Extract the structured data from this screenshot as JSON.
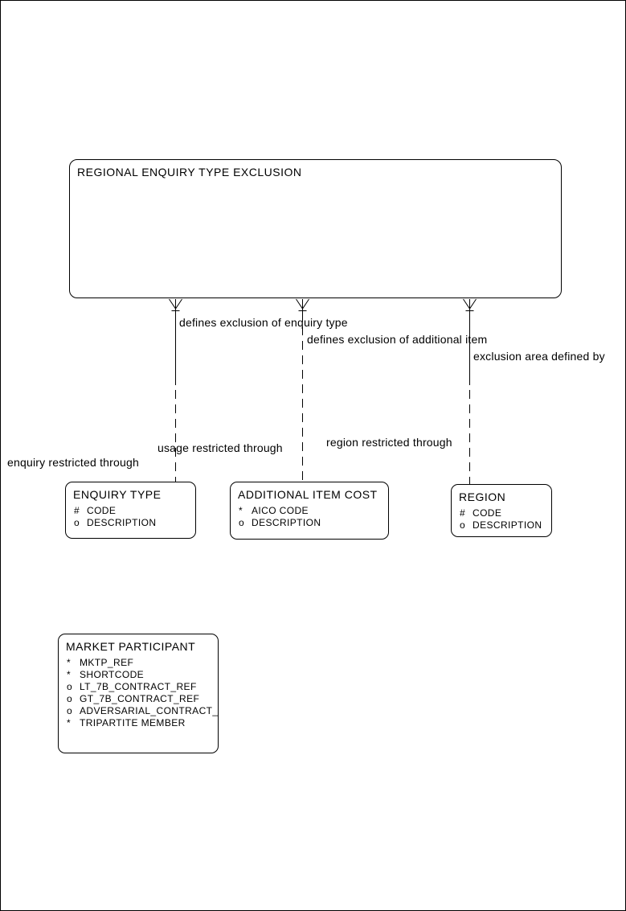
{
  "colors": {
    "ink": "#000000",
    "paper": "#ffffff"
  },
  "entities": [
    {
      "title": "REGIONAL ENQUIRY TYPE EXCLUSION",
      "attributes": []
    },
    {
      "title": "ENQUIRY TYPE",
      "attributes": [
        {
          "prefix": "#",
          "name": "CODE"
        },
        {
          "prefix": "o",
          "name": "DESCRIPTION"
        }
      ]
    },
    {
      "title": "ADDITIONAL ITEM COST",
      "attributes": [
        {
          "prefix": "*",
          "name": "AICO CODE"
        },
        {
          "prefix": "o",
          "name": "DESCRIPTION"
        }
      ]
    },
    {
      "title": "REGION",
      "attributes": [
        {
          "prefix": "#",
          "name": "CODE"
        },
        {
          "prefix": "o",
          "name": "DESCRIPTION"
        }
      ]
    },
    {
      "title": "MARKET PARTICIPANT",
      "attributes": [
        {
          "prefix": "*",
          "name": "MKTP_REF"
        },
        {
          "prefix": "*",
          "name": "SHORTCODE"
        },
        {
          "prefix": "o",
          "name": "LT_7B_CONTRACT_REF"
        },
        {
          "prefix": "o",
          "name": "GT_7B_CONTRACT_REF"
        },
        {
          "prefix": "o",
          "name": "ADVERSARIAL_CONTRACT_REF"
        },
        {
          "prefix": "*",
          "name": "TRIPARTITE MEMBER"
        }
      ]
    }
  ],
  "relationships": [
    {
      "from": "REGIONAL ENQUIRY TYPE EXCLUSION",
      "to": "ENQUIRY TYPE",
      "label_top": "defines exclusion of enquiry type",
      "label_bottom": "enquiry restricted through"
    },
    {
      "from": "REGIONAL ENQUIRY TYPE EXCLUSION",
      "to": "ADDITIONAL ITEM COST",
      "label_top": "defines exclusion of additional item",
      "label_bottom": "usage restricted through"
    },
    {
      "from": "REGIONAL ENQUIRY TYPE EXCLUSION",
      "to": "REGION",
      "label_top": "exclusion area defined by",
      "label_bottom": "region restricted through"
    }
  ]
}
